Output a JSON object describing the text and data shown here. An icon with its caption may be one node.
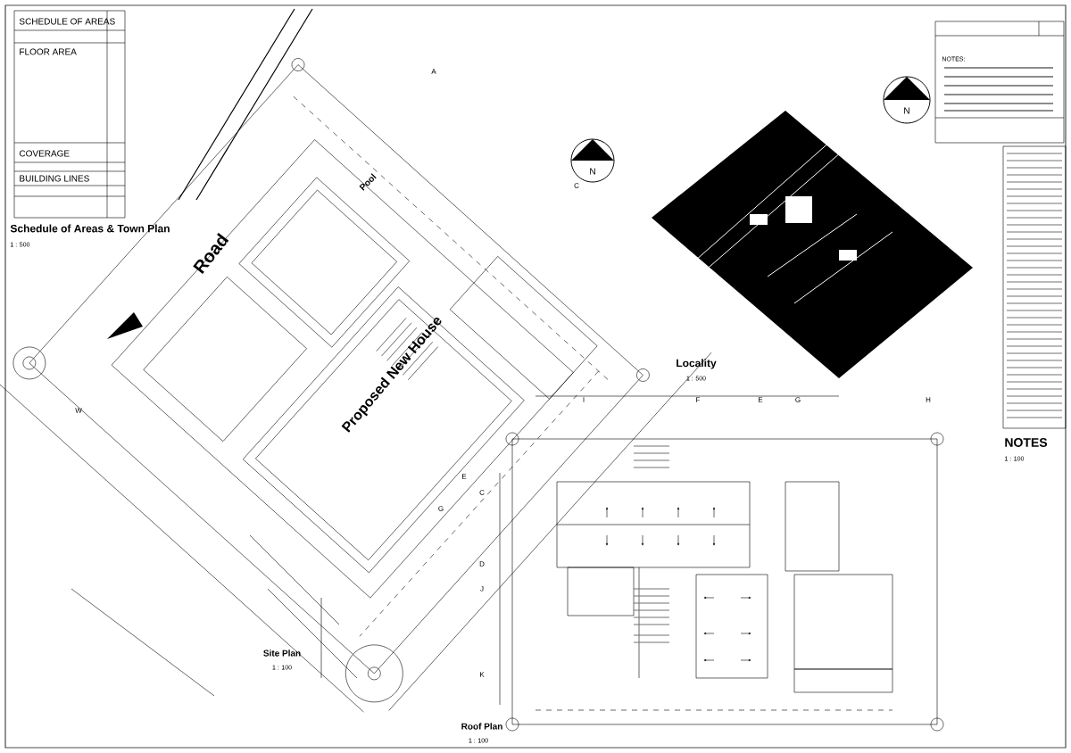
{
  "diagram": {
    "labels": [
      "SCHEDULE OF AREAS",
      "FLOOR AREA",
      "COVERAGE",
      "BUILDING LINES",
      "Schedule of Areas & Town Plan",
      "1 : 500",
      "Road",
      "Pool",
      "Proposed New House",
      "A",
      "C",
      "N",
      "W",
      "E",
      "G",
      "Locality",
      "1 : 500",
      "N",
      "NOTES:",
      "NOTES",
      "1 : 100",
      "I",
      "F",
      "E",
      "G",
      "H",
      "C",
      "D",
      "J",
      "K",
      "Site Plan",
      "1 : 100",
      "Roof Plan",
      "1 : 100"
    ]
  }
}
